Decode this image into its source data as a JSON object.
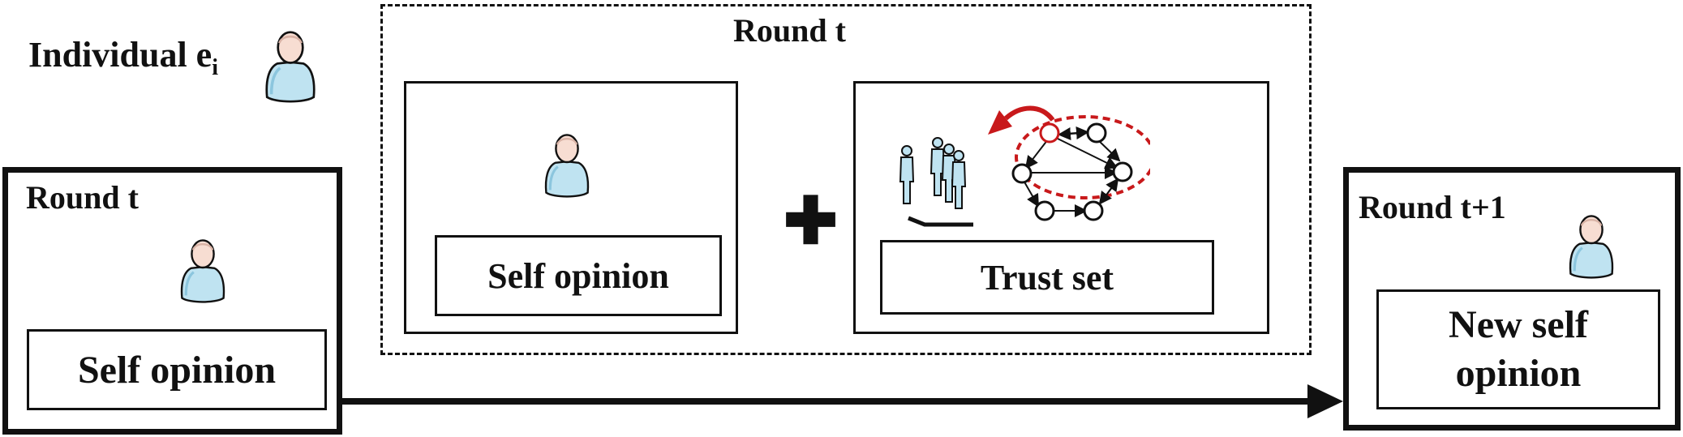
{
  "legend": {
    "label": "Individual e",
    "subscript": "i"
  },
  "left": {
    "round_label": "Round t",
    "box_label": "Self opinion"
  },
  "middle": {
    "round_label": "Round t",
    "self_box_label": "Self opinion",
    "trust_box_label": "Trust set"
  },
  "right": {
    "round_label": "Round t+1",
    "box_label": "New self opinion"
  },
  "colors": {
    "accent_red": "#c8191b",
    "person_fill": "#bfe3f1",
    "head_fill": "#f7ddd2",
    "ink": "#111111"
  }
}
